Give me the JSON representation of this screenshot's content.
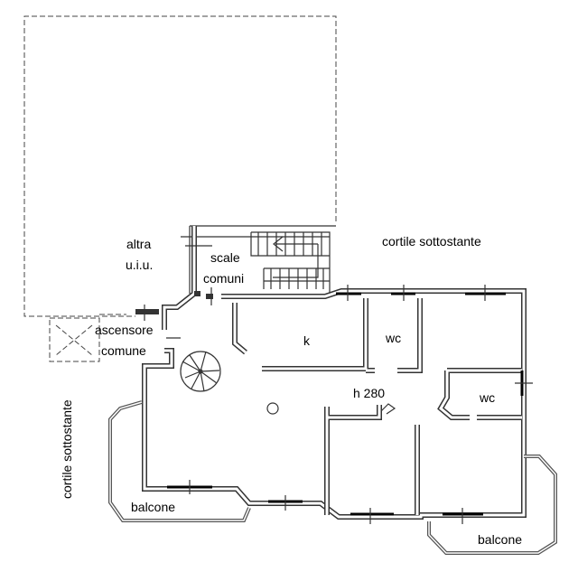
{
  "labels": {
    "altra": "altra",
    "uiu": "u.i.u.",
    "scale": "scale",
    "comuni": "comuni",
    "ascensore": "ascensore",
    "comune": "comune",
    "kitchen": "k",
    "wc1": "wc",
    "wc2": "wc",
    "height": "h 280",
    "cortile_top": "cortile sottostante",
    "cortile_left": "cortile sottostante",
    "balcone_left": "balcone",
    "balcone_right": "balcone"
  }
}
